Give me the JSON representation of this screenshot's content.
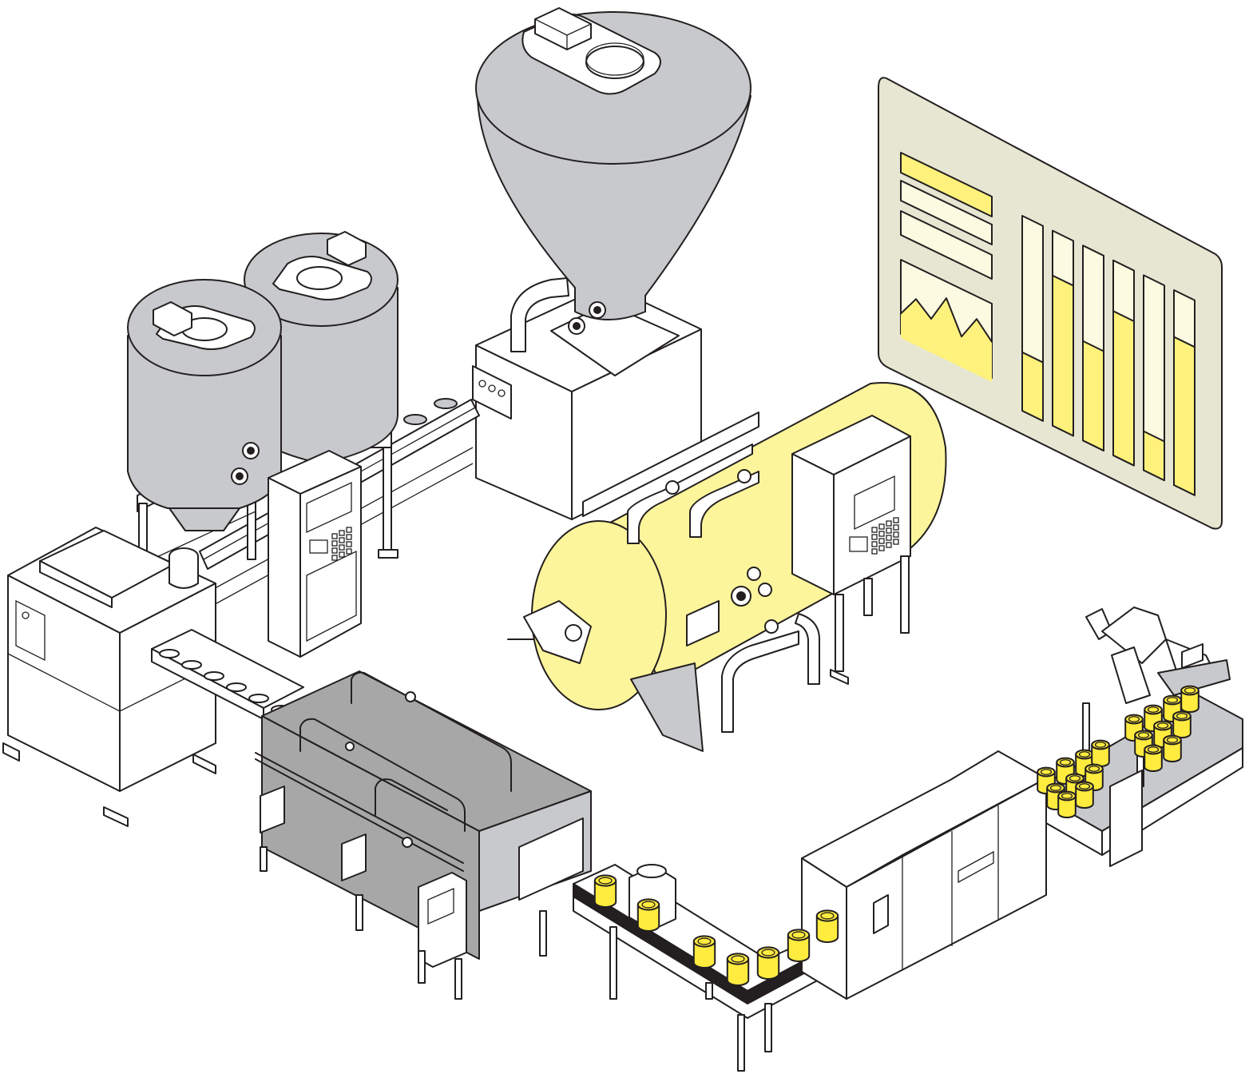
{
  "colors": {
    "outline": "#231f20",
    "steel_gray": "#c8c9cc",
    "dark_gray": "#a7a7a8",
    "tank_yellow": "#fdf59b",
    "can_yellow": "#ffec3e",
    "panel_bg": "#e6e6d2",
    "panel_row": "#fcfbe1",
    "panel_accent": "#fff27c",
    "white": "#ffffff"
  },
  "icons": [
    "hopper-icon",
    "storage-tank-icon",
    "control-cabinet-icon",
    "conveyor-icon",
    "pressure-tank-icon",
    "steam-tunnel-icon",
    "can-icon",
    "robot-arm-icon",
    "dashboard-icon"
  ],
  "dashboard": {
    "bar_levels": [
      0.3,
      0.77,
      0.51,
      0.74,
      0.2,
      0.76
    ],
    "trend_line": [
      0.2,
      0.55,
      0.35,
      0.8,
      0.3,
      0.7,
      0.45
    ]
  }
}
